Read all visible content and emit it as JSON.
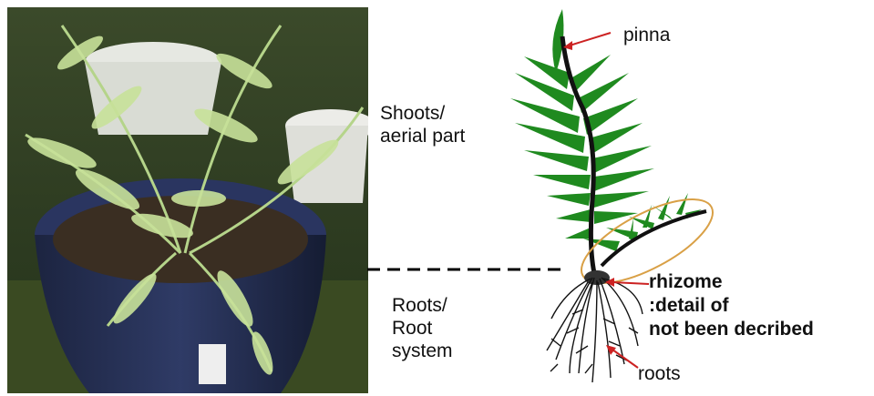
{
  "labels": {
    "pinna": "pinna",
    "shoots_line1": "Shoots/",
    "shoots_line2": "aerial part",
    "roots_line1": "Roots/",
    "roots_line2": "Root",
    "roots_line3": "system",
    "rhizome_line1": "rhizome",
    "rhizome_line2": ":detail of",
    "rhizome_line3": "not been decribed",
    "roots": "roots"
  },
  "colors": {
    "frond_green": "#1f8a1f",
    "stem": "#111111",
    "arrow": "#cc2222",
    "ellipse": "#d9a046",
    "divider": "#000000"
  }
}
